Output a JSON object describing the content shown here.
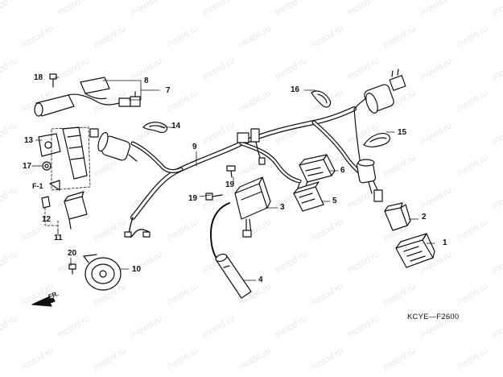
{
  "watermark": "motod.ru",
  "diagram_code": "KCYE—F2600",
  "fr_label": "FR.",
  "f1_label": "F-1",
  "callouts": {
    "c1": "1",
    "c2": "2",
    "c3": "3",
    "c4": "4",
    "c5": "5",
    "c6": "6",
    "c7": "7",
    "c8": "8",
    "c9": "9",
    "c10": "10",
    "c11": "11",
    "c12": "12",
    "c13": "13",
    "c14": "14",
    "c15": "15",
    "c16": "16",
    "c17": "17",
    "c18": "18",
    "c19a": "19",
    "c19b": "19",
    "c20": "20"
  },
  "parts": [
    "horn",
    "regulator-rectifier",
    "ignition-coil",
    "spark-plug-cap",
    "relay",
    "cdi-unit",
    "wire-harness",
    "starter-relay",
    "clamps"
  ]
}
